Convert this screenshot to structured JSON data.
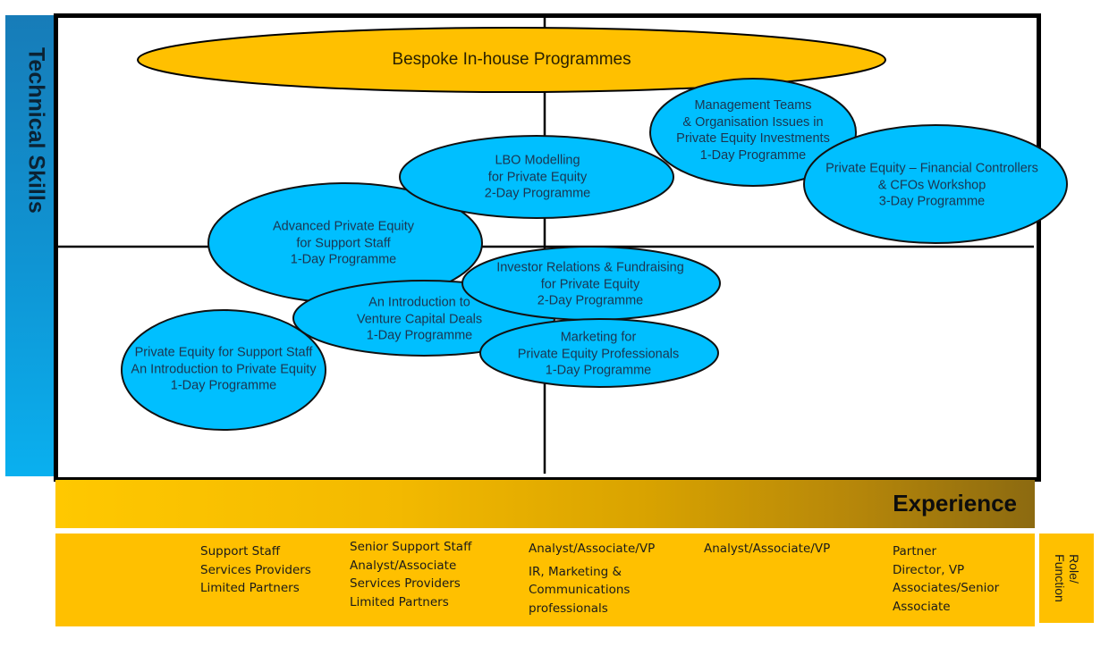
{
  "axes": {
    "y_label": "Technical Skills",
    "x_label": "Experience",
    "role_label_lines": [
      "Role/",
      "Function"
    ]
  },
  "colors": {
    "programme_fill": "#00bfff",
    "bespoke_fill": "#ffc000",
    "outline": "#000000",
    "experience_bar_start": "#ffc800",
    "experience_bar_end": "#8c6a10",
    "role_bar": "#ffc000",
    "technical_bar_top": "#177cb8",
    "technical_bar_bottom": "#0ab0ef"
  },
  "bespoke": {
    "label": "Bespoke In-house Programmes"
  },
  "programmes": [
    {
      "id": "management-teams",
      "lines": [
        "Management Teams",
        "& Organisation Issues in",
        "Private Equity Investments",
        "1-Day Programme"
      ]
    },
    {
      "id": "lbo-modelling",
      "lines": [
        "LBO Modelling",
        "for Private Equity",
        "2-Day Programme"
      ]
    },
    {
      "id": "financial-controllers",
      "lines": [
        "Private Equity – Financial Controllers",
        "& CFOs Workshop",
        "3-Day Programme"
      ]
    },
    {
      "id": "advanced-pe-support-staff",
      "lines": [
        "Advanced Private Equity",
        "for Support Staff",
        "1-Day Programme"
      ]
    },
    {
      "id": "investor-relations",
      "lines": [
        "Investor Relations & Fundraising",
        "for Private Equity",
        "2-Day Programme"
      ]
    },
    {
      "id": "venture-capital",
      "lines": [
        "An Introduction to",
        "Venture Capital Deals",
        "1-Day Programme"
      ]
    },
    {
      "id": "marketing",
      "lines": [
        "Marketing for",
        "Private Equity Professionals",
        "1-Day Programme"
      ]
    },
    {
      "id": "pe-support-staff-intro",
      "lines": [
        "Private Equity for Support Staff",
        "An Introduction to Private Equity",
        "1-Day Programme"
      ]
    }
  ],
  "roles": [
    {
      "lines": [
        "Support Staff",
        "Services Providers",
        "Limited Partners"
      ]
    },
    {
      "lines": [
        "Senior Support Staff",
        "Analyst/Associate",
        "Services Providers",
        "Limited Partners"
      ]
    },
    {
      "lines": [
        "Analyst/Associate/VP"
      ],
      "sub_lines": [
        "IR, Marketing &",
        "Communications",
        "professionals"
      ]
    },
    {
      "lines": [
        "Analyst/Associate/VP"
      ]
    },
    {
      "lines": [
        "Partner",
        "Director, VP",
        "Associates/Senior",
        "Associate"
      ]
    }
  ]
}
